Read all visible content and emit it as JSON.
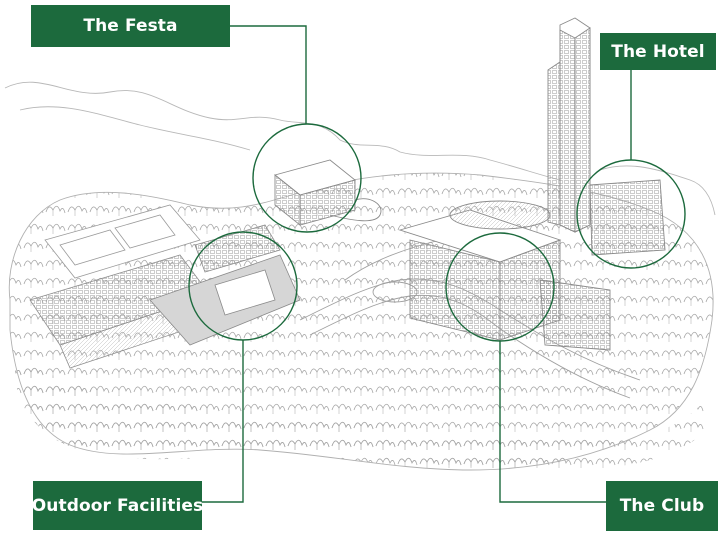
{
  "labels": {
    "festa": "The Festa",
    "hotel": "The Hotel",
    "outdoor": "Outdoor Facilities",
    "club": "The Club"
  },
  "colors": {
    "label_bg": "#1c6a3d",
    "label_text": "#ffffff",
    "leader_line": "#1c6a3d",
    "sketch_line": "#9a9a9a"
  }
}
